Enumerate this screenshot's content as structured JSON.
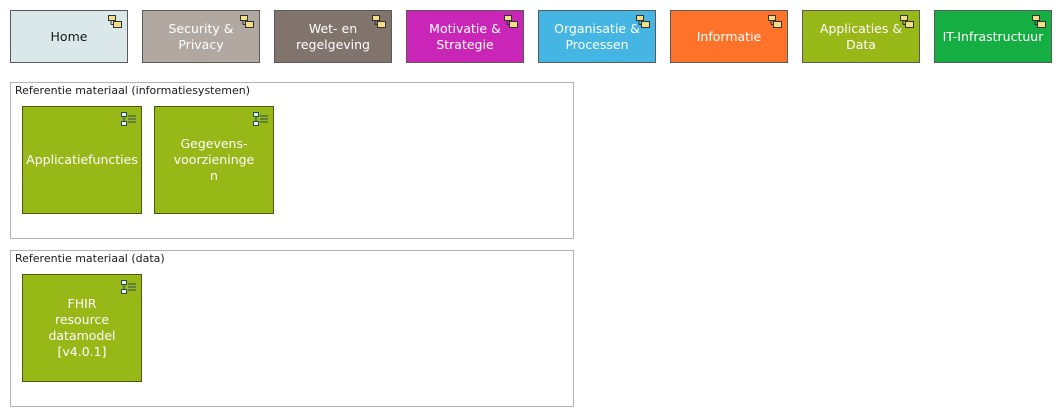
{
  "nav": [
    {
      "label": "Home",
      "color": "#dbe8ea",
      "text_color": "#1a1a1a"
    },
    {
      "label": "Security & Privacy",
      "color": "#b2a8a2",
      "text_color": "#ffffff"
    },
    {
      "label": "Wet- en regelgeving",
      "color": "#80746c",
      "text_color": "#ffffff"
    },
    {
      "label": "Motivatie & Strategie",
      "color": "#c926b8",
      "text_color": "#ffffff"
    },
    {
      "label": "Organisatie & Processen",
      "color": "#45b6e3",
      "text_color": "#ffffff"
    },
    {
      "label": "Informatie",
      "color": "#ff7229",
      "text_color": "#ffffff"
    },
    {
      "label": "Applicaties & Data",
      "color": "#97b816",
      "text_color": "#ffffff"
    },
    {
      "label": "IT-Infrastructuur",
      "color": "#14ae42",
      "text_color": "#ffffff"
    }
  ],
  "groups": [
    {
      "title": "Referentie materiaal (informatiesystemen)",
      "cards": [
        {
          "label": "Applicatiefuncties"
        },
        {
          "label": "Gegevens-voorzieningen"
        }
      ]
    },
    {
      "title": "Referentie materiaal (data)",
      "cards": [
        {
          "label": "FHIR resource datamodel [v4.0.1]"
        }
      ]
    }
  ],
  "colors": {
    "card_fill": "#97b816",
    "card_border": "#4d5a10",
    "group_border": "#b3b3b3"
  },
  "icons": {
    "nav": "grouping-icon",
    "card": "application-collaboration-icon"
  }
}
